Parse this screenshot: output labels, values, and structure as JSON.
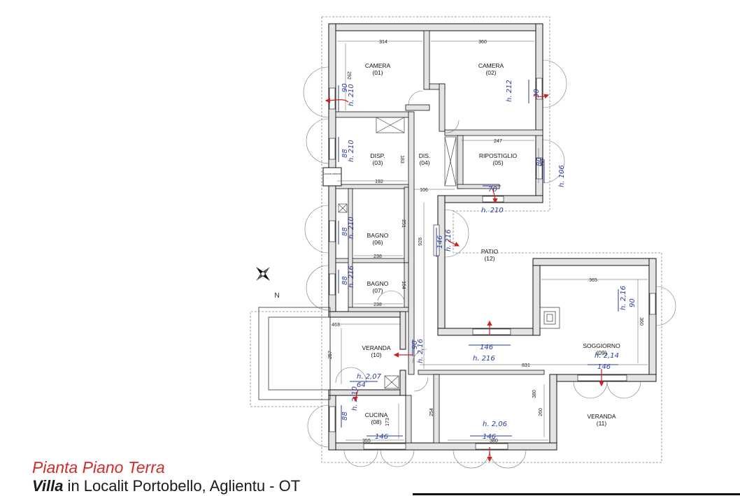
{
  "caption": {
    "title": "Pianta Piano Terra",
    "subtitle_bold": "Villa",
    "subtitle_rest": " in Localit Portobello, Aglientu - OT"
  },
  "colors": {
    "wall": "#e4e4e4",
    "wall_stroke": "#111111",
    "annotation": "#2a3d9c",
    "arrow": "#d42020",
    "caption_title": "#d42b2b"
  },
  "rooms": [
    {
      "id": "camera-01",
      "name": "CAMERA",
      "code": "(01)"
    },
    {
      "id": "camera-02",
      "name": "CAMERA",
      "code": "(02)"
    },
    {
      "id": "disp-03",
      "name": "DISP.",
      "code": "(03)"
    },
    {
      "id": "dis-04",
      "name": "DIS.",
      "code": "(04)"
    },
    {
      "id": "ripostiglio-05",
      "name": "RIPOSTIGLIO",
      "code": "(05)"
    },
    {
      "id": "bagno-06",
      "name": "BAGNO",
      "code": "(06)"
    },
    {
      "id": "bagno-07",
      "name": "BAGNO",
      "code": "(07)"
    },
    {
      "id": "cucina-08",
      "name": "CUCINA",
      "code": "(08)"
    },
    {
      "id": "soggiorno-09",
      "name": "SOGGIORNO",
      "code": "(09)"
    },
    {
      "id": "veranda-10",
      "name": "VERANDA",
      "code": "(10)"
    },
    {
      "id": "veranda-11",
      "name": "VERANDA",
      "code": "(11)"
    },
    {
      "id": "patio-12",
      "name": "PATIO",
      "code": "(12)"
    }
  ],
  "extra_labels": {
    "doccia": "Doccia esterna",
    "north": "N"
  },
  "dimensions": [
    "314",
    "360",
    "292",
    "247",
    "194",
    "192",
    "183",
    "106",
    "251",
    "238",
    "164",
    "238",
    "928",
    "365",
    "360",
    "463",
    "257",
    "831",
    "380",
    "260",
    "173",
    "254",
    "355",
    "380"
  ],
  "handwritten": [
    "h. 212",
    "h. 210",
    "h. 210",
    "h. 216",
    "h. 216",
    "h. 210",
    "h. 216",
    "h. 106",
    "h. 2,07",
    "h. 2,06",
    "h. 2,10",
    "h. 210",
    "h. 2,14",
    "h. 2,16",
    "h. 2,16",
    "80",
    "70",
    "88",
    "88",
    "88",
    "88",
    "38",
    "146",
    "146",
    "146",
    "146",
    "146",
    "90",
    "64",
    "90",
    "90"
  ]
}
